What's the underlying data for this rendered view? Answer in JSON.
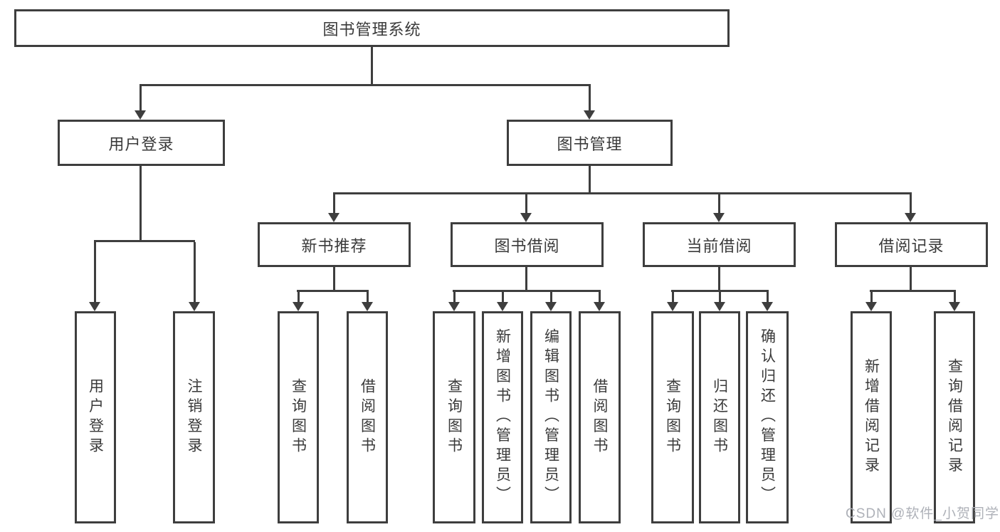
{
  "diagram": {
    "type": "hierarchy-chart",
    "root": {
      "label": "图书管理系统",
      "children": [
        {
          "label": "用户登录",
          "children": [
            {
              "label": "用户登录"
            },
            {
              "label": "注销登录"
            }
          ]
        },
        {
          "label": "图书管理",
          "children": [
            {
              "label": "新书推荐",
              "children": [
                {
                  "label": "查询图书"
                },
                {
                  "label": "借阅图书"
                }
              ]
            },
            {
              "label": "图书借阅",
              "children": [
                {
                  "label": "查询图书"
                },
                {
                  "label": "新增图书（管理员）"
                },
                {
                  "label": "编辑图书（管理员）"
                },
                {
                  "label": "借阅图书"
                }
              ]
            },
            {
              "label": "当前借阅",
              "children": [
                {
                  "label": "查询图书"
                },
                {
                  "label": "归还图书"
                },
                {
                  "label": "确认归还（管理员）"
                }
              ]
            },
            {
              "label": "借阅记录",
              "children": [
                {
                  "label": "新增借阅记录"
                },
                {
                  "label": "查询借阅记录"
                }
              ]
            }
          ]
        }
      ]
    }
  },
  "watermark": {
    "text": "CSDN @软件_小贺同学"
  },
  "colors": {
    "line": "#3e3e3e",
    "text": "#3a3a3a",
    "background": "#ffffff",
    "watermark": "#aeb1b8"
  }
}
